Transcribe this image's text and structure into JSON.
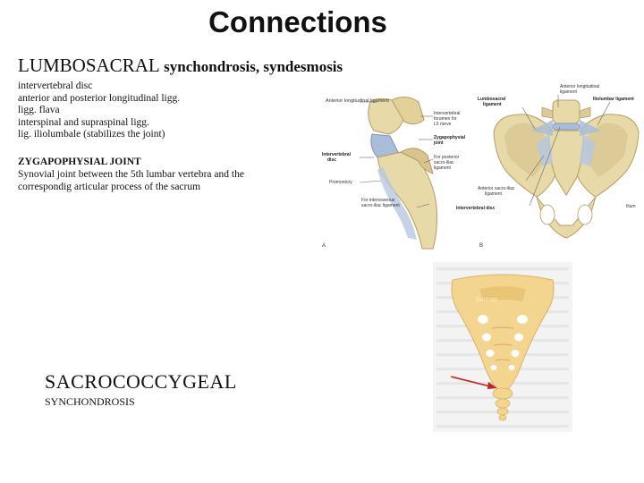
{
  "title": "Connections",
  "lumbosacral": {
    "heading_main": "LUMBOSACRAL",
    "heading_sub": "synchondrosis, syndesmosis",
    "items": [
      "intervertebral disc",
      "anterior and posterior longitudinal ligg.",
      "ligg. flava",
      "interspinal and supraspinal ligg.",
      "lig. iliolumbale (stabilizes the joint)"
    ]
  },
  "zygapophysial": {
    "title": "ZYGAPOPHYSIAL JOINT",
    "description": "Synovial joint between the 5th lumbar vertebra and the correspondig articular process of the sacrum"
  },
  "sacrococcygeal": {
    "title": "SACROCOCCYGEAL",
    "subtitle": "SYNCHONDROSIS"
  },
  "figure_a_labels": {
    "anterior_longitudinal_ligament": "Anterior longitudinal ligament",
    "intervertebral_foramen_line1": "Intervertebral",
    "intervertebral_foramen_line2": "foramen for",
    "intervertebral_foramen_line3": "L5 nerve",
    "zygapophysial_line1": "Zygapophysial",
    "zygapophysial_line2": "joint",
    "intervertebral_disc_line1": "Intervertebral",
    "intervertebral_disc_line2": "disc",
    "posterior_sacroiliac_line1": "For posterior",
    "posterior_sacroiliac_line2": "sacro-iliac",
    "posterior_sacroiliac_line3": "ligament",
    "promontory": "Promontory",
    "interosseous_line1": "For interosseous",
    "interosseous_line2": "sacro-iliac ligament",
    "panel_a": "A",
    "lumbosacral_ligament_line1": "Lumbosacral",
    "lumbosacral_ligament_line2": "ligament",
    "anterior_longitudinal_b_line1": "Anterior longitudinal",
    "anterior_longitudinal_b_line2": "ligament",
    "iliolumbar_ligament": "Iliolumbar ligament",
    "anterior_sacroiliac_line1": "Anterior sacro-iliac",
    "anterior_sacroiliac_line2": "ligament",
    "intervertebral_disc_b": "Intervertebral disc",
    "ilium": "Ilium",
    "panel_b": "B"
  },
  "sacrum_image_label": "Sacrum",
  "colors": {
    "bone": "#e8d9a8",
    "bone_shadow": "#c9b37a",
    "ligament": "#a9bcd9",
    "sacrum_fill": "#f4d590",
    "arrow": "#cc2222"
  }
}
